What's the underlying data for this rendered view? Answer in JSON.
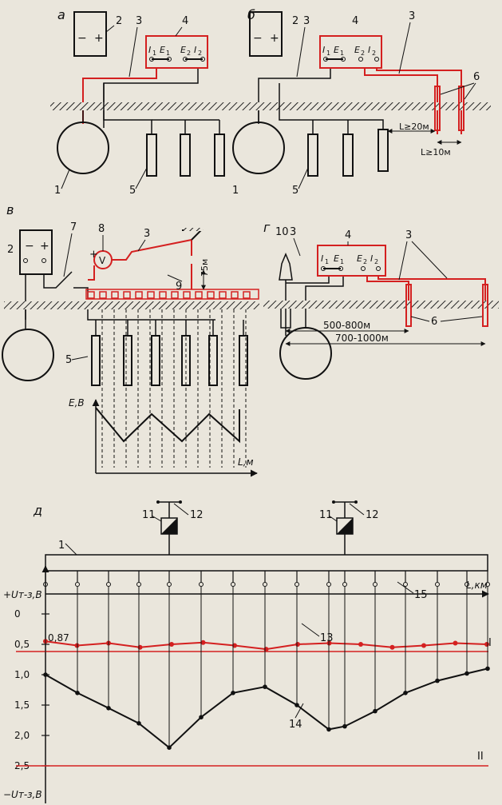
{
  "panel_labels": {
    "a": "а",
    "b": "б",
    "v": "в",
    "g": "г",
    "d": "д"
  },
  "callouts": {
    "n1": "1",
    "n2": "2",
    "n3": "3",
    "n4": "4",
    "n5": "5",
    "n6": "6",
    "n7": "7",
    "n8": "8",
    "n9": "9",
    "n10": "10",
    "n11": "11",
    "n12": "12",
    "n13": "13",
    "n14": "14",
    "n15": "15"
  },
  "terminals": {
    "i1": "I",
    "e1": "E",
    "sub1": "1",
    "e2": "E",
    "i2": "I",
    "sub2": "2"
  },
  "battery": {
    "minus": "−",
    "plus": "+"
  },
  "voltmeter": {
    "symbol": "V",
    "plus": "+"
  },
  "dimensions": {
    "b_l20": "L≥20м",
    "b_l10": "L≥10м",
    "v_75": "75м",
    "g_500": "500-800м",
    "g_700": "700-1000м"
  },
  "panel_v_graph": {
    "ylabel": "Е,В",
    "xlabel": "L,м"
  },
  "panel_d_graph": {
    "ylabel_top": "+Uт-з,В",
    "ylabel_bottom": "−Uт-з,В",
    "xlabel": "L,км",
    "ticks": [
      "0",
      "0,5",
      "1,0",
      "1,5",
      "2,0",
      "2,5"
    ],
    "point_label": "0,87",
    "level1": "I",
    "level2": "II"
  },
  "colors": {
    "red": "#d42020",
    "ink": "#151515"
  }
}
